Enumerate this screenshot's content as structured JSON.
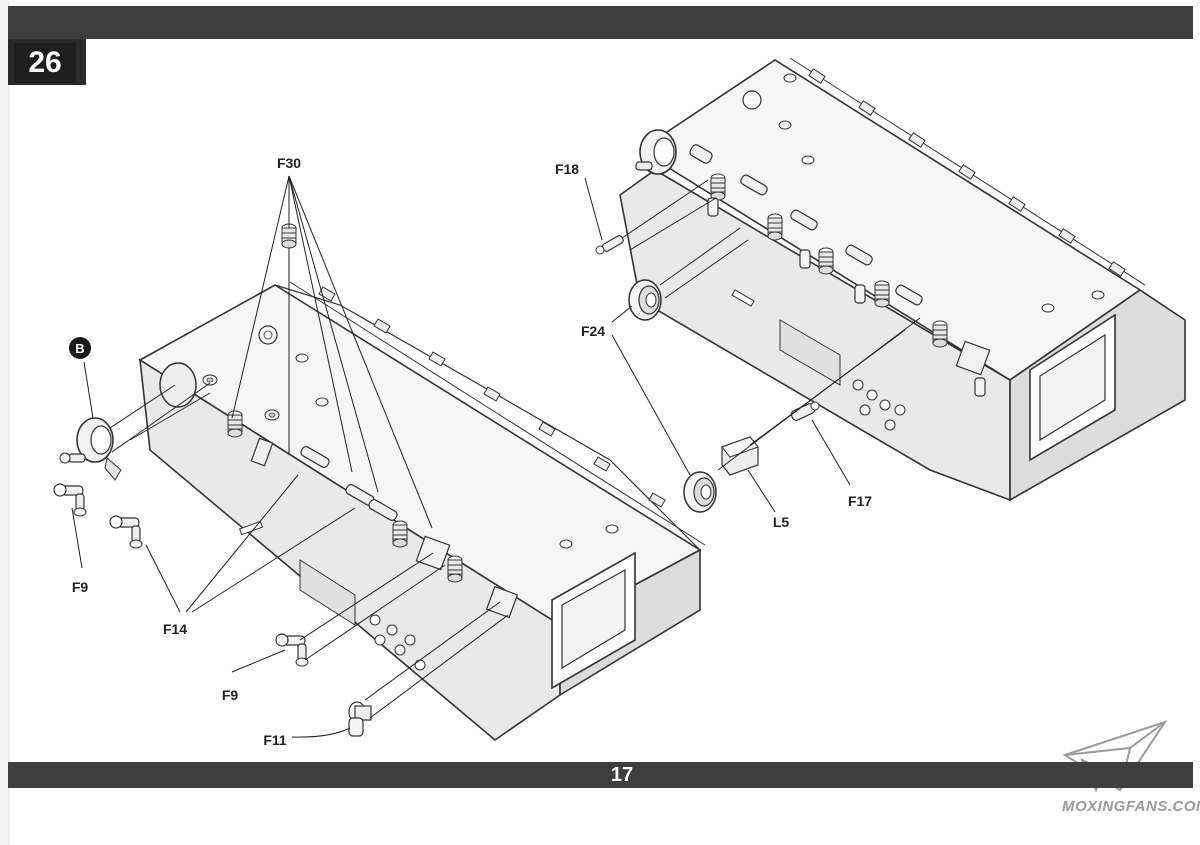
{
  "page": {
    "step_number": "26",
    "page_number": "17"
  },
  "callouts": {
    "subassembly_marker": "B",
    "left_assembly": {
      "f30": "F30",
      "f9_upper": "F9",
      "f14": "F14",
      "f9_lower": "F9",
      "f11": "F11"
    },
    "right_assembly": {
      "f18": "F18",
      "f24": "F24",
      "l5": "L5",
      "f17": "F17"
    }
  },
  "watermark": {
    "text": "MOXINGFANS.COM"
  }
}
